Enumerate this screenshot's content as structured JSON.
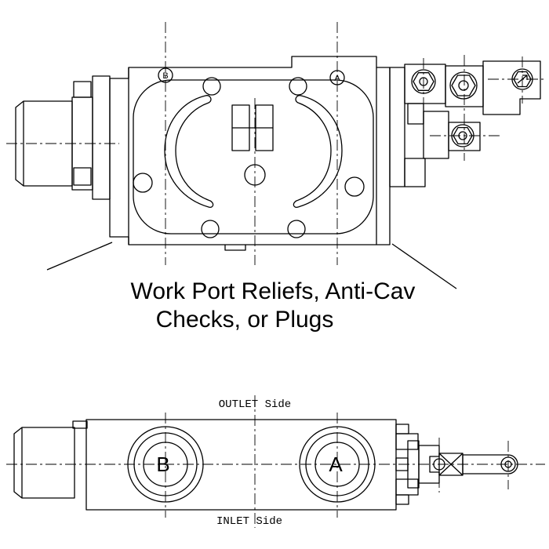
{
  "diagram": {
    "callout": {
      "line1": "Work Port Reliefs, Anti-Cav",
      "line2": "Checks, or Plugs"
    },
    "front_view": {
      "port_b": "B",
      "port_a": "A"
    },
    "top_view": {
      "outlet_label": "OUTLET Side",
      "inlet_label": "INLET Side",
      "port_b": "B",
      "port_a": "A"
    },
    "colors": {
      "line": "#000000",
      "background": "#ffffff"
    }
  }
}
